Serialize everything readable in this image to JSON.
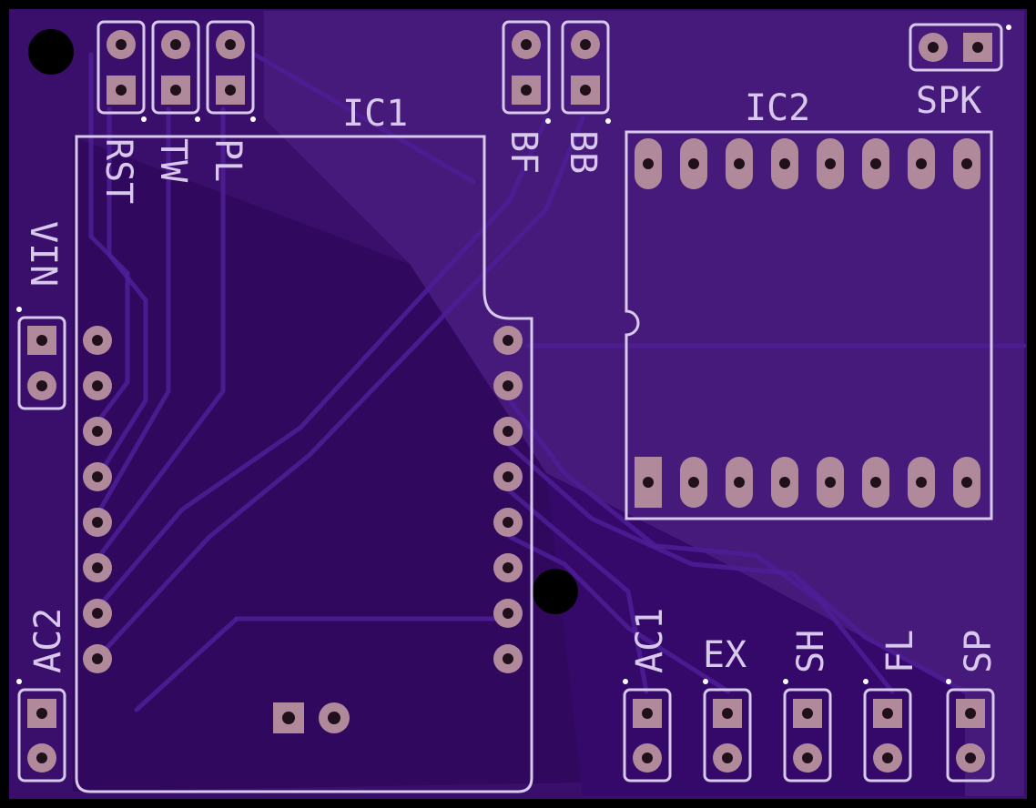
{
  "labels": {
    "ic1": "IC1",
    "ic2": "IC2",
    "spk": "SPK",
    "rst": "RST",
    "tw": "TW",
    "pl": "PL",
    "bf": "BF",
    "bb": "BB",
    "vin": "VIN",
    "ac2": "AC2",
    "ac1": "AC1",
    "ex": "EX",
    "sh": "SH",
    "fl": "FL",
    "sp": "SP"
  },
  "colors": {
    "background": "#000000",
    "board": "#3a0f6b",
    "copper_pour_light": "#471b7c",
    "copper_pour_dark": "#2f0a5e",
    "silkscreen": "#d8c8ec",
    "pad": "#b08a9a"
  }
}
